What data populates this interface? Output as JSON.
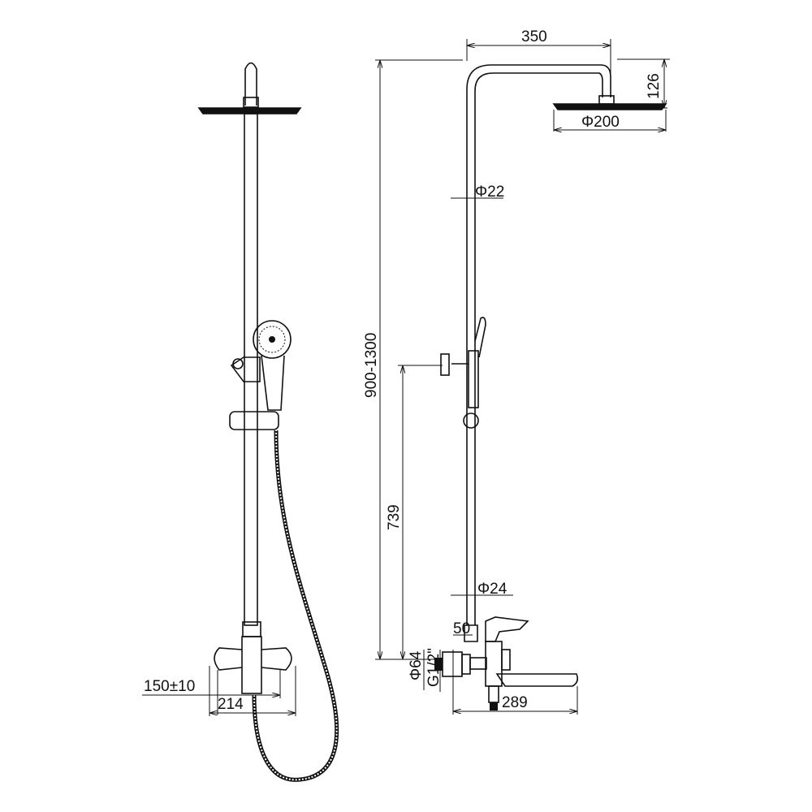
{
  "drawing": {
    "dimensions": {
      "top_width": "350",
      "head_height": "126",
      "head_diameter": "Φ200",
      "upper_pipe_diameter": "Φ22",
      "total_height": "900-1300",
      "holder_height": "739",
      "lower_pipe_diameter": "Φ24",
      "mixer_offset": "50",
      "flange_diameter": "Φ64",
      "thread": "G1/2\"",
      "spout_length": "289",
      "inlet_spacing": "150±10",
      "mixer_width": "214"
    },
    "colors": {
      "line": "#111111",
      "background": "#ffffff"
    }
  }
}
